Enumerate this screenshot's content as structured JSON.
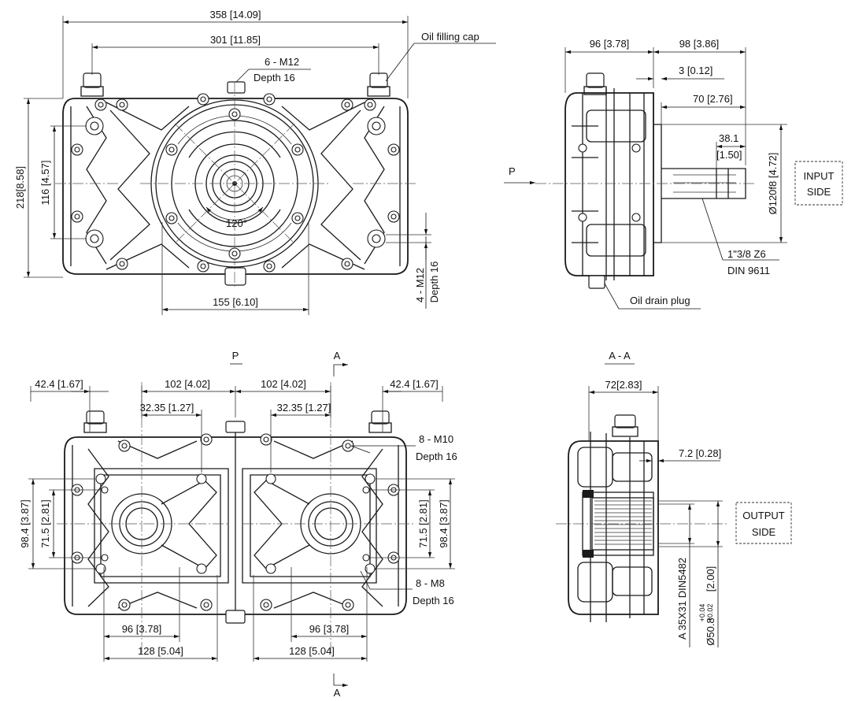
{
  "labels": {
    "top_front": {
      "overall_width": "358 [14.09]",
      "bolt_span": "301 [11.85]",
      "oil_filling_cap": "Oil filling cap",
      "holes_top": "6 - M12",
      "holes_top_depth": "Depth 16",
      "overall_height": "218[8.58]",
      "inner_height": "116 [4.57]",
      "angle": "120°",
      "bottom_span": "155 [6.10]",
      "holes_bottom": "4 - M12",
      "holes_bottom_depth": "Depth 16"
    },
    "top_side": {
      "body_depth": "96 [3.78]",
      "shaft_length": "98 [3.86]",
      "gap": "3 [0.12]",
      "shaft_70": "70 [2.76]",
      "shaft_38": "38.1",
      "shaft_38_in": "[1.50]",
      "pilot_diameter": "Ø120f8 [4.72]",
      "spline": "1\"3/8 Z6",
      "spline_std": "DIN 9611",
      "oil_drain_plug": "Oil drain plug",
      "view_arrow": "P",
      "input_side_1": "INPUT",
      "input_side_2": "SIDE"
    },
    "bottom_front": {
      "view_p": "P",
      "section_a_top": "A",
      "section_a_bottom": "A",
      "left_offset": "42.4 [1.67]",
      "left_102": "102 [4.02]",
      "right_102": "102 [4.02]",
      "right_offset": "42.4 [1.67]",
      "left_32": "32.35 [1.27]",
      "right_32": "32.35 [1.27]",
      "holes_m10": "8 - M10",
      "holes_m10_depth": "Depth 16",
      "left_984": "98.4 [3.87]",
      "left_715": "71.5 [2.81]",
      "right_715": "71.5 [2.81]",
      "right_984": "98.4 [3.87]",
      "holes_m8": "8 - M8",
      "holes_m8_depth": "Depth 16",
      "left_96": "96 [3.78]",
      "right_96": "96 [3.78]",
      "left_128": "128 [5.04]",
      "right_128": "128 [5.04]"
    },
    "section": {
      "title": "A - A",
      "width_72": "72[2.83]",
      "offset_72": "7.2 [0.28]",
      "output_side_1": "OUTPUT",
      "output_side_2": "SIDE",
      "spline": "A 35X31 DIN5482",
      "bore": "Ø50.8",
      "bore_in": "[2.00]",
      "tol_upper": "+0.04",
      "tol_lower": "+0.02"
    }
  }
}
